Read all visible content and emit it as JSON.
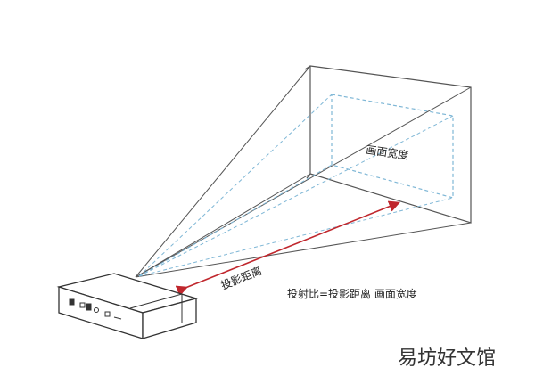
{
  "diagram": {
    "labels": {
      "screen_width": "画面宽度",
      "throw_distance": "投影距离",
      "formula": "投射比=投影距离 画面宽度"
    },
    "watermark": "易坊好文馆",
    "colors": {
      "frame_line": "#555555",
      "dashed_line": "#7fb7d6",
      "arrow": "#c0272d",
      "projector_outline": "#333333"
    }
  }
}
